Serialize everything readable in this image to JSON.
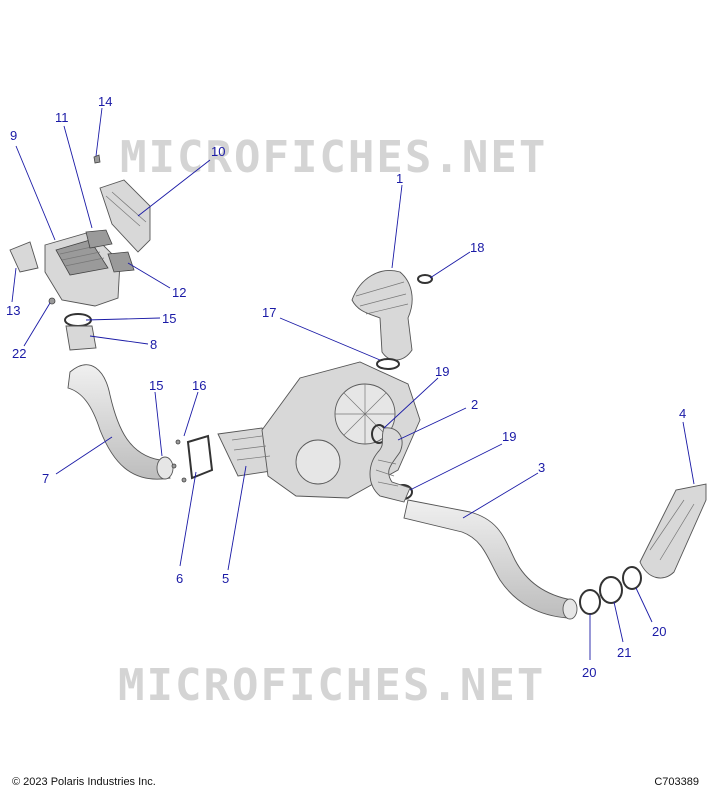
{
  "watermark": "MICROFICHES.NET",
  "footer": {
    "copyright": "© 2023 Polaris Industries Inc.",
    "diagram_code": "C703389"
  },
  "callouts": [
    "1",
    "2",
    "3",
    "4",
    "5",
    "6",
    "7",
    "8",
    "9",
    "10",
    "11",
    "12",
    "13",
    "14",
    "15",
    "15",
    "16",
    "17",
    "18",
    "19",
    "19",
    "20",
    "20",
    "21",
    "22"
  ],
  "colors": {
    "callout": "#1a1aa6",
    "watermark": "#d4d4d4"
  }
}
